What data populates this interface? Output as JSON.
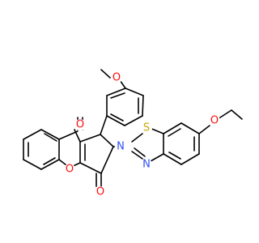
{
  "molecule": {
    "atoms": [
      {
        "id": "o_methoxy",
        "label": "O",
        "color": "#ff0d0d"
      },
      {
        "id": "o_ketone",
        "label": "O",
        "color": "#ff0d0d"
      },
      {
        "id": "o_ring",
        "label": "O",
        "color": "#ff0d0d"
      },
      {
        "id": "o_lactam",
        "label": "O",
        "color": "#ff0d0d"
      },
      {
        "id": "n_pyrrole",
        "label": "N",
        "color": "#3050f8"
      },
      {
        "id": "s_thiazole",
        "label": "S",
        "color": "#c8a800"
      },
      {
        "id": "n_thiazole",
        "label": "N",
        "color": "#3050f8"
      },
      {
        "id": "o_ethoxy",
        "label": "O",
        "color": "#ff0d0d"
      }
    ]
  }
}
